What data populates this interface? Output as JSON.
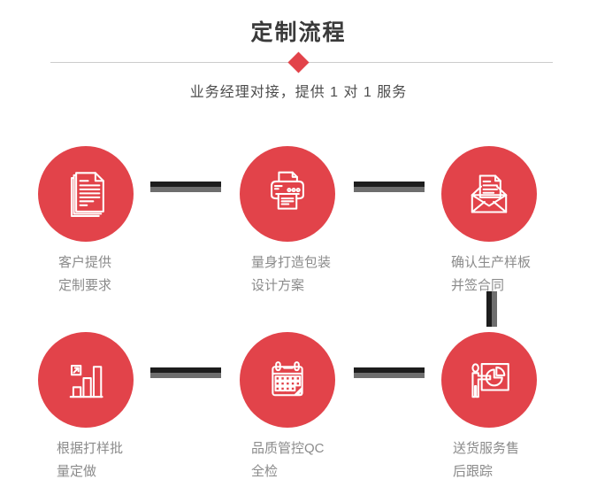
{
  "page": {
    "title": "定制流程",
    "subtitle": "业务经理对接，提供 1 对 1 服务"
  },
  "colors": {
    "accent_red": "#e2434a",
    "connector_dark": "#1d1d1d",
    "connector_gray": "#6e6e6e",
    "label_gray": "#8b8b8b"
  },
  "steps": [
    {
      "icon": "documents-icon",
      "label_line1": "客户提供",
      "label_line2": "定制要求"
    },
    {
      "icon": "printer-icon",
      "label_line1": "量身打造包装",
      "label_line2": "设计方案"
    },
    {
      "icon": "envelope-icon",
      "label_line1": "确认生产样板",
      "label_line2": "并签合同"
    },
    {
      "icon": "bar-chart-icon",
      "label_line1": "根据打样批",
      "label_line2": "量定做"
    },
    {
      "icon": "calendar-icon",
      "label_line1": "品质管控QC",
      "label_line2": "全检"
    },
    {
      "icon": "presentation-icon",
      "label_line1": "送货服务售",
      "label_line2": "后跟踪"
    }
  ]
}
